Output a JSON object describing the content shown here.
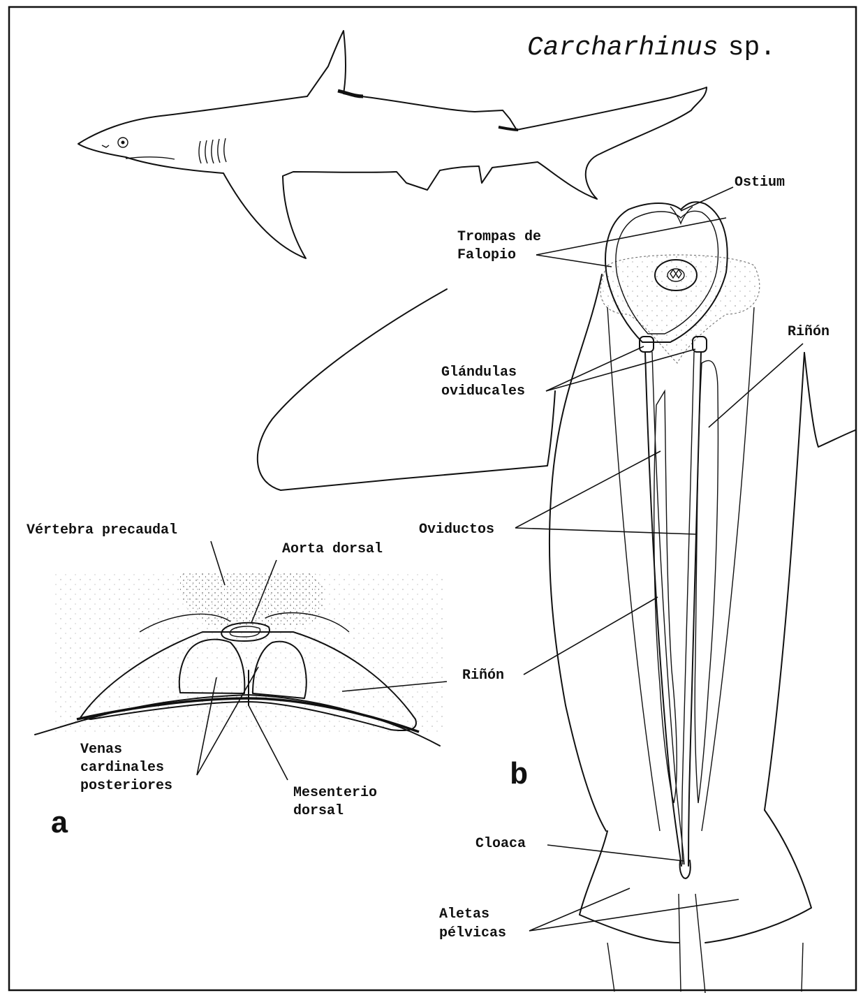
{
  "title": {
    "genus": "Carcharhinus",
    "species": "sp."
  },
  "panels": {
    "a": "a",
    "b": "b"
  },
  "labels_a": {
    "vertebra": "Vértebra precaudal",
    "aorta": "Aorta dorsal",
    "rinon": "Riñón",
    "venas_1": "Venas",
    "venas_2": "cardinales",
    "venas_3": "posteriores",
    "mesenterio_1": "Mesenterio",
    "mesenterio_2": "dorsal"
  },
  "labels_b": {
    "ostium": "Ostium",
    "trompas_1": "Trompas de",
    "trompas_2": "Falopio",
    "rinon": "Riñón",
    "glandulas_1": "Glándulas",
    "glandulas_2": "oviducales",
    "oviductos": "Oviductos",
    "cloaca": "Cloaca",
    "aletas_1": "Aletas",
    "aletas_2": "pélvicas"
  },
  "colors": {
    "ink": "#111111",
    "paper": "#ffffff",
    "stipple": "#333333"
  }
}
